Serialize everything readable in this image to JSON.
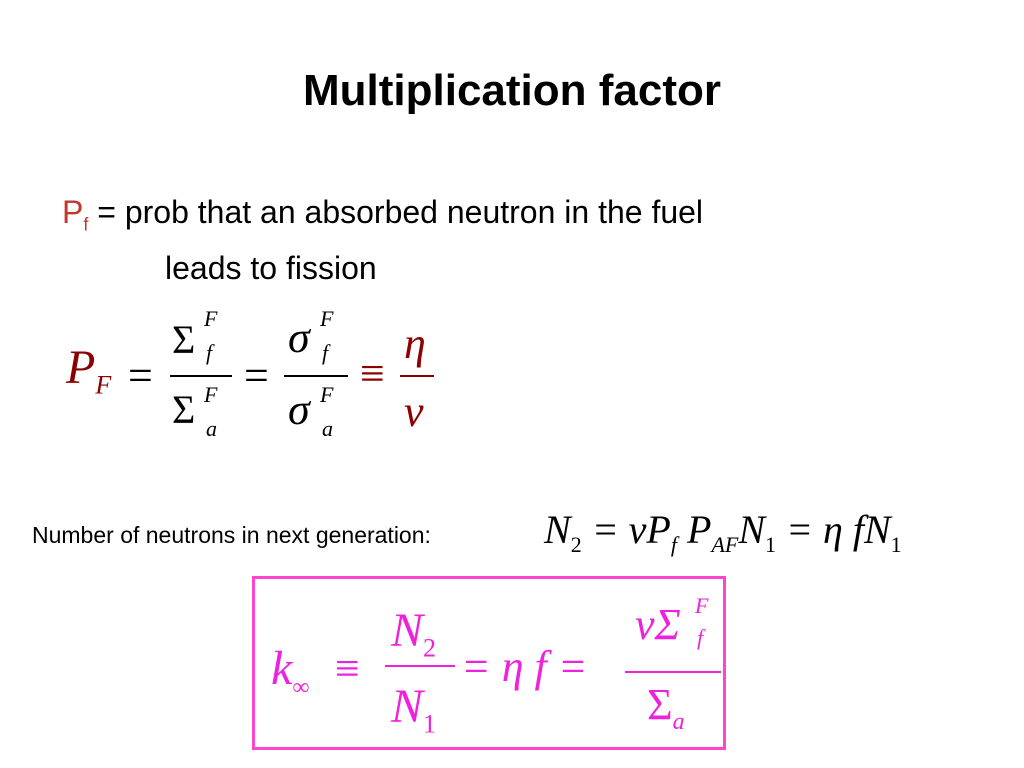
{
  "title": "Multiplication factor",
  "bullet": {
    "symbol": "P",
    "subscript": "f",
    "text_line1": " = prob that an absorbed neutron in the fuel",
    "text_line2": "leads to fission"
  },
  "eq1": {
    "lhs_symbol": "P",
    "lhs_sub": "F",
    "frac1_num": "Σ",
    "frac1_num_sup": "F",
    "frac1_num_sub": "f",
    "frac1_den": "Σ",
    "frac1_den_sup": "F",
    "frac1_den_sub": "a",
    "frac2_num": "σ",
    "frac2_num_sup": "F",
    "frac2_num_sub": "f",
    "frac2_den": "σ",
    "frac2_den_sup": "F",
    "frac2_den_sub": "a",
    "frac3_num": "η",
    "frac3_den": "ν",
    "eq_sign": "=",
    "equiv_sign": "≡"
  },
  "note": {
    "label": "Number of neutrons in next generation:",
    "eq_text": "N",
    "eq_n2_sub": "2",
    "eq_rest": "= νP",
    "eq_pf_sub": "f",
    "eq_paf": "P",
    "eq_paf_sub": "AF",
    "eq_n1": "N",
    "eq_n1_sub": "1",
    "eq_eta": "= η fN",
    "eq_eta_sub": "1"
  },
  "k_eq": {
    "k": "k",
    "k_sub": "∞",
    "equiv": "≡",
    "f1_num": "N",
    "f1_num_sub": "2",
    "f1_den": "N",
    "f1_den_sub": "1",
    "mid": "= η f  =",
    "f2_num": "νΣ",
    "f2_num_sup": "F",
    "f2_num_sub": "f",
    "f2_den": "Σ",
    "f2_den_sub": "a"
  }
}
